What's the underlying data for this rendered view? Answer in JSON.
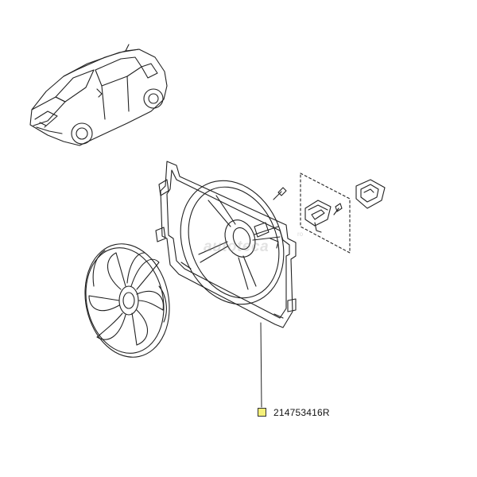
{
  "callout": {
    "part_number": "214753416R",
    "marker_color": "#f5f07a"
  },
  "watermark": {
    "text": "autoteca",
    "suffix": "ro"
  },
  "colors": {
    "line": "#222222",
    "background": "#ffffff"
  }
}
